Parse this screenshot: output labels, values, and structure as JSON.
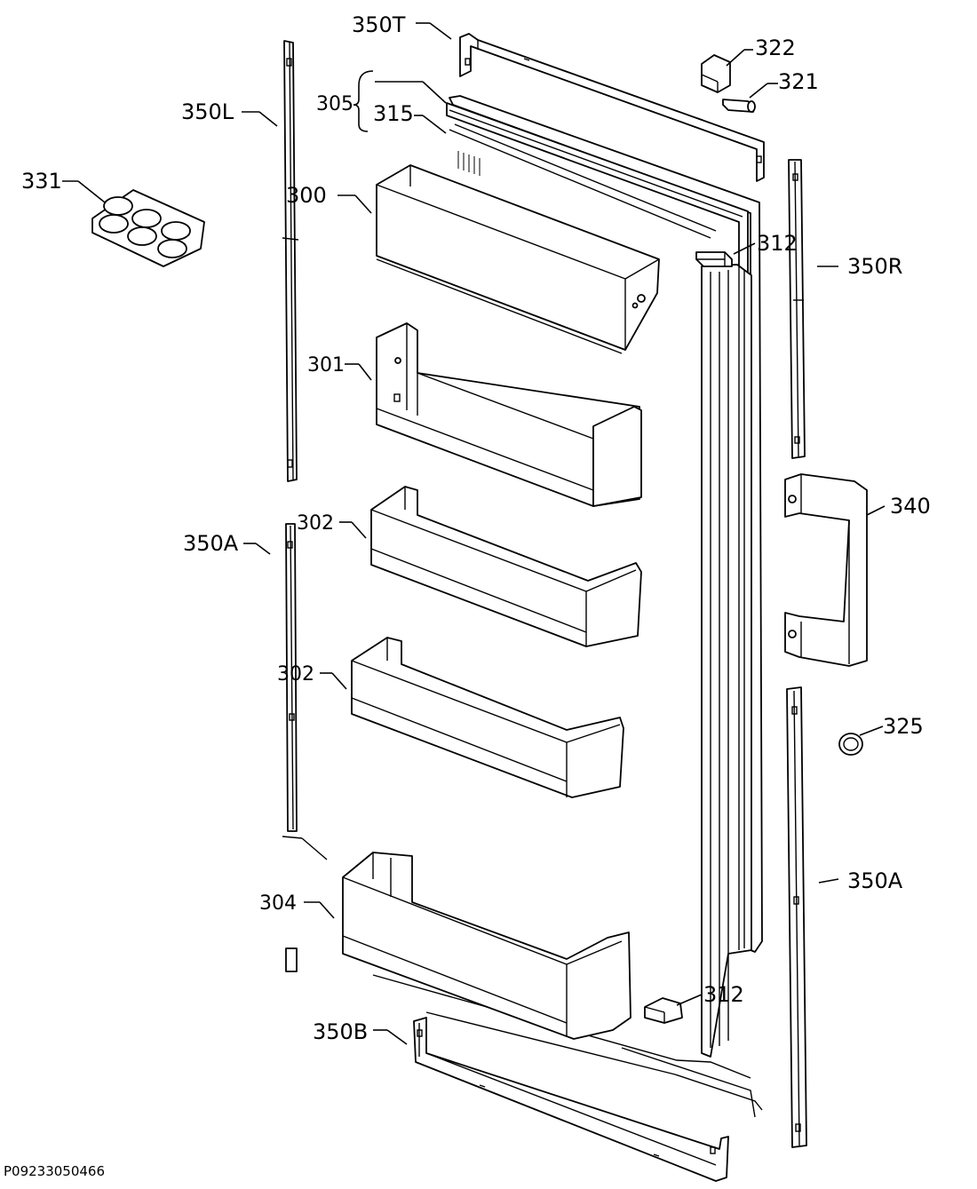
{
  "labels": {
    "l350T": "350T",
    "l322": "322",
    "l321": "321",
    "l305": "305",
    "l315": "315",
    "l350L": "350L",
    "l331": "331",
    "l300": "300",
    "l312a": "312",
    "l350R": "350R",
    "l301": "301",
    "l340": "340",
    "l350Aleft": "350A",
    "l302a": "302",
    "l302b": "302",
    "l325": "325",
    "l350Aright": "350A",
    "l304": "304",
    "l312b": "312",
    "l350B": "350B"
  },
  "drawing_code": "P09233050466"
}
